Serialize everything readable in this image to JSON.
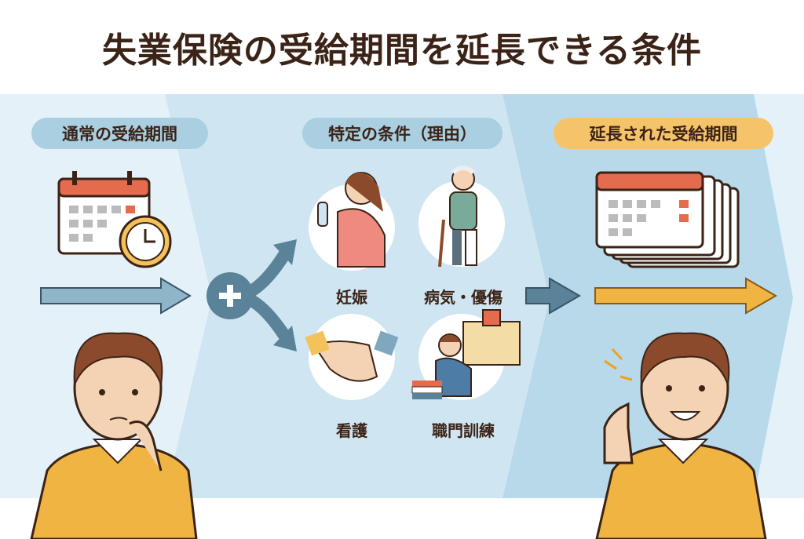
{
  "title": "失業保険の受給期間を延長できる条件",
  "sections": {
    "normal": {
      "label": "通常の受給期間"
    },
    "conditions": {
      "label": "特定の条件（理由）",
      "items": [
        {
          "label": "妊娠",
          "icon": "pregnant-woman-icon"
        },
        {
          "label": "病気・優傷",
          "icon": "injured-elder-icon"
        },
        {
          "label": "看護",
          "icon": "caring-hands-icon"
        },
        {
          "label": "職門訓練",
          "icon": "student-training-icon"
        }
      ]
    },
    "extended": {
      "label": "延長された受給期間"
    }
  },
  "colors": {
    "title": "#3b2317",
    "band": "#d6eaf4",
    "pill_blue": "#a9cfe0",
    "pill_orange": "#f5c46a",
    "arrow_blue": "#5a8299",
    "arrow_orange": "#f0b443"
  }
}
